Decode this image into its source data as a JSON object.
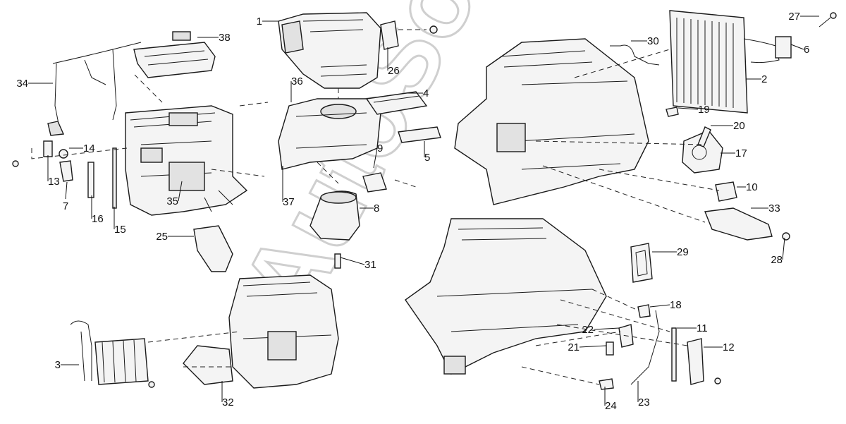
{
  "diagram": {
    "watermark": "AutoSoft",
    "callouts": [
      "1",
      "2",
      "3",
      "4",
      "5",
      "6",
      "8",
      "9",
      "10",
      "11",
      "12",
      "13",
      "14",
      "15",
      "16",
      "17",
      "18",
      "19",
      "20",
      "21",
      "22",
      "23",
      "24",
      "25",
      "26",
      "27",
      "28",
      "29",
      "30",
      "31",
      "32",
      "33",
      "34",
      "35",
      "36",
      "37",
      "38"
    ],
    "callout_7": "7"
  },
  "colors": {
    "line": "#1a1a1a",
    "fill": "#f4f4f4",
    "watermark": "#cfcfcf"
  }
}
